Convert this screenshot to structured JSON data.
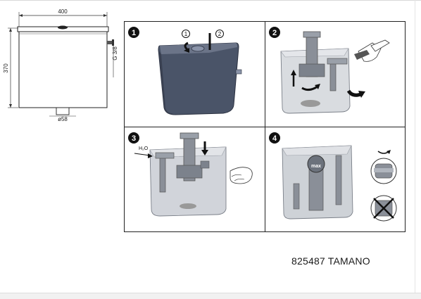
{
  "drawing": {
    "width_label": "400",
    "height_label": "370",
    "outlet_label": "ø58",
    "inlet_label": "G 3/8"
  },
  "steps": [
    {
      "number": "1",
      "callout_a": "1",
      "callout_b": "2"
    },
    {
      "number": "2"
    },
    {
      "number": "3",
      "inlet_label": "H₂O"
    },
    {
      "number": "4",
      "badge": "max"
    }
  ],
  "product": {
    "model": "825487 TAMANO"
  }
}
